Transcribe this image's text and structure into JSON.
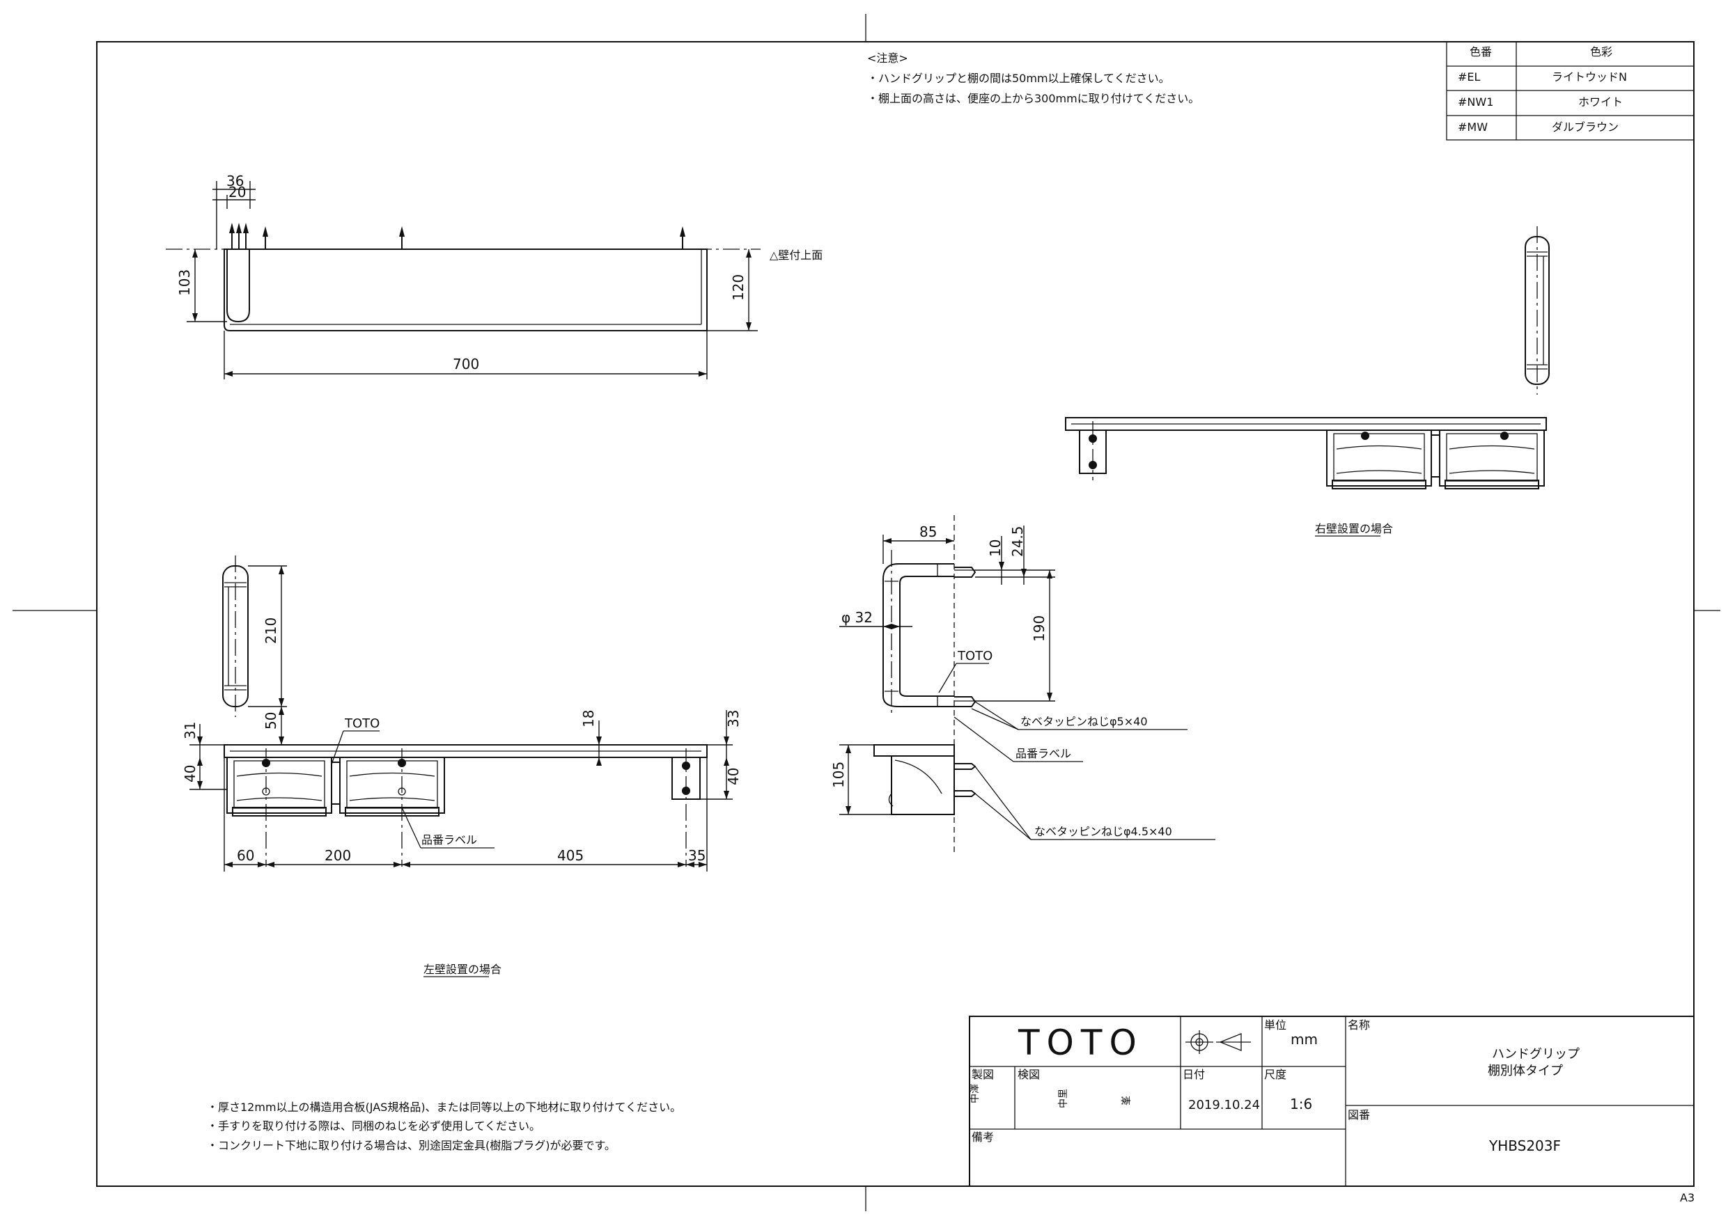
{
  "notes_top": {
    "heading": "<注意>",
    "items": [
      "・ハンドグリップと棚の間は50mm以上確保してください。",
      "・棚上面の高さは、便座の上から300mmに取り付けてください。"
    ]
  },
  "color_table": {
    "header": [
      "色番",
      "色彩"
    ],
    "rows": [
      [
        "#EL",
        "ライトウッドN"
      ],
      [
        "#NW1",
        "ホワイト"
      ],
      [
        "#MW",
        "ダルブラウン"
      ]
    ]
  },
  "top_view": {
    "dims": {
      "d36": "36",
      "d20": "20",
      "d103": "103",
      "d120": "120",
      "d700": "700"
    },
    "label_wall_top": "△壁付上面"
  },
  "left_view": {
    "dims": {
      "d210": "210",
      "d50": "50",
      "d31": "31",
      "d40a": "40",
      "d18": "18",
      "d33": "33",
      "d40b": "40",
      "d60": "60",
      "d200": "200",
      "d405": "405",
      "d35": "35"
    },
    "label_brand": "TOTO",
    "label_part": "品番ラベル",
    "caption": "左壁設置の場合"
  },
  "side_view": {
    "dims": {
      "d85": "85",
      "d10": "10",
      "d245": "24.5",
      "d32": "φ 32",
      "d190": "190",
      "d105": "105"
    },
    "label_brand": "TOTO",
    "label_screw1": "なベタッピンねじφ5×40",
    "label_part": "品番ラベル",
    "label_screw2": "なベタッピンねじφ4.5×40"
  },
  "right_view": {
    "caption": "右壁設置の場合"
  },
  "notes_bottom": [
    "・厚さ12mm以上の構造用合板(JAS規格品)、または同等以上の下地材に取り付けてください。",
    "・手すりを取り付ける際は、同梱のねじを必ず使用してください。",
    "・コンクリート下地に取り付ける場合は、別途固定金具(樹脂プラグ)が必要です。"
  ],
  "title_block": {
    "logo": "TOTO",
    "unit_label": "単位",
    "unit_value": "mm",
    "name_label": "名称",
    "name_line1": "ハンドグリップ",
    "name_line2": "棚別体タイプ",
    "drawn_label": "製図",
    "checked_label": "検図",
    "drawn_stamp": "中澤",
    "checked_stamp1": "中里",
    "checked_stamp2": "峯",
    "date_label": "日付",
    "date_value": "2019.10.24",
    "scale_label": "尺度",
    "scale_value": "1:6",
    "drawing_no_label": "図番",
    "drawing_no": "YHBS203F",
    "remarks_label": "備考"
  },
  "sheet_size": "A3"
}
